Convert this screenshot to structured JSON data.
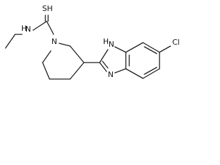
{
  "molecule": {
    "atoms": [
      {
        "id": "S1",
        "label": "SH"
      },
      {
        "id": "N_amide",
        "label": "N"
      },
      {
        "id": "H_amide",
        "label": "H"
      },
      {
        "id": "N_ring",
        "label": "N"
      },
      {
        "id": "N_imid_H",
        "label": "N"
      },
      {
        "id": "H_imid",
        "label": "H"
      },
      {
        "id": "N_imid",
        "label": "N"
      },
      {
        "id": "Cl",
        "label": "Cl"
      }
    ]
  }
}
